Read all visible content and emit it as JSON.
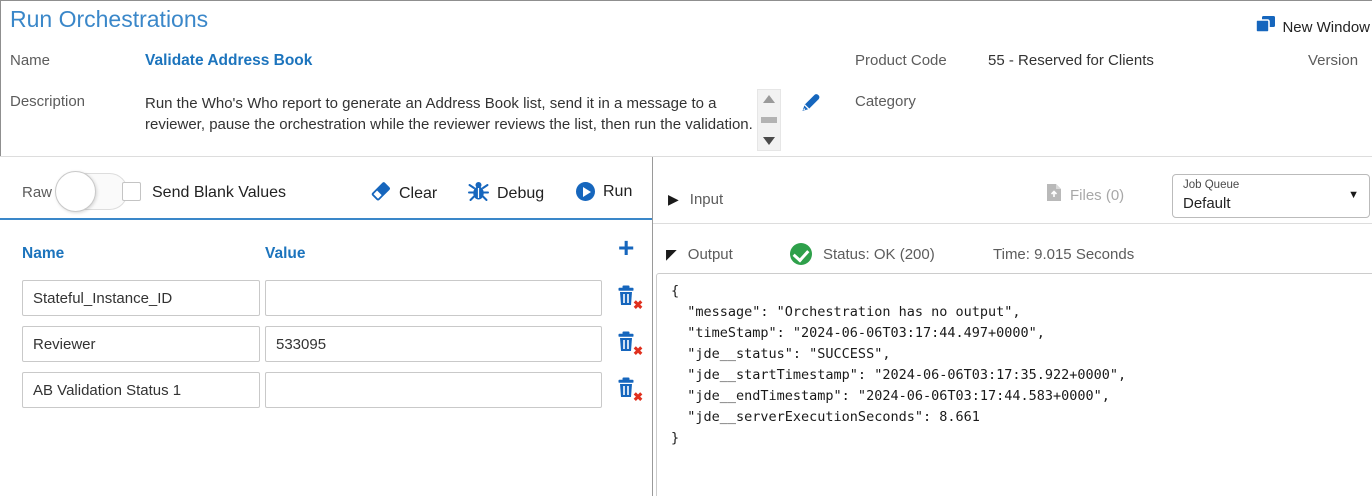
{
  "header": {
    "title": "Run Orchestrations",
    "new_window_label": "New Window",
    "name_label": "Name",
    "name_value": "Validate Address Book",
    "product_code_label": "Product Code",
    "product_code_value": "55 - Reserved for Clients",
    "version_label": "Version",
    "description_label": "Description",
    "description_value": "Run the Who's Who report to generate an Address Book list, send it in a message to a reviewer, pause the orchestration while the reviewer reviews the list, then run the validation.",
    "category_label": "Category"
  },
  "toolbar": {
    "raw_label": "Raw",
    "raw_enabled": false,
    "send_blank_values_label": "Send Blank Values",
    "send_blank_values_checked": false,
    "clear_label": "Clear",
    "debug_label": "Debug",
    "run_label": "Run"
  },
  "input_section": {
    "title": "Input",
    "collapsed_marker": "▶",
    "files_label": "Files (0)",
    "job_queue_label": "Job Queue",
    "job_queue_value": "Default",
    "job_queue_arrow": "▼"
  },
  "parameters": {
    "name_header": "Name",
    "value_header": "Value",
    "add_label": "+",
    "rows": [
      {
        "name": "Stateful_Instance_ID",
        "value": ""
      },
      {
        "name": "Reviewer",
        "value": "533095"
      },
      {
        "name": "AB Validation Status 1",
        "value": ""
      }
    ]
  },
  "output_section": {
    "title": "Output",
    "expanded_marker": "◤",
    "status_text": "Status: OK (200)",
    "time_text": "Time: 9.015 Seconds",
    "json_text": "{\n  \"message\": \"Orchestration has no output\",\n  \"timeStamp\": \"2024-06-06T03:17:44.497+0000\",\n  \"jde__status\": \"SUCCESS\",\n  \"jde__startTimestamp\": \"2024-06-06T03:17:35.922+0000\",\n  \"jde__endTimestamp\": \"2024-06-06T03:17:44.583+0000\",\n  \"jde__serverExecutionSeconds\": 8.661\n}"
  },
  "colors": {
    "title_blue": "#3a87c9",
    "accent_blue": "#1666bd",
    "bold_link_blue": "#1c74bd",
    "label_gray": "#5c5c5c",
    "success_green": "#2ea04a",
    "danger_red": "#e0301e"
  }
}
